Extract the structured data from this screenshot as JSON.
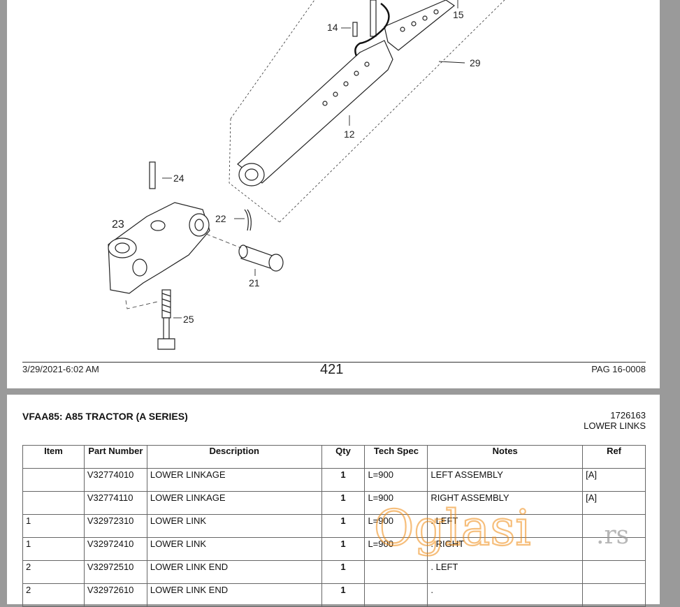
{
  "page1": {
    "callouts": {
      "c14": "14",
      "c15": "15",
      "c29": "29",
      "c12": "12",
      "c24": "24",
      "c23": "23",
      "c22": "22",
      "c21": "21",
      "c25": "25"
    },
    "footer": {
      "date": "3/29/2021-6:02 AM",
      "page_number": "421",
      "pag": "PAG 16-0008"
    }
  },
  "page2": {
    "title": "VFAA85: A85 TRACTOR (A SERIES)",
    "code": "1726163",
    "subtitle": "LOWER LINKS",
    "table": {
      "headers": [
        "Item",
        "Part Number",
        "Description",
        "Qty",
        "Tech Spec",
        "Notes",
        "Ref"
      ],
      "rows": [
        {
          "item": "",
          "part": "V32774010",
          "desc": "LOWER LINKAGE",
          "qty": "1",
          "spec": "L=900",
          "notes": "LEFT ASSEMBLY",
          "ref": "[A]"
        },
        {
          "item": "",
          "part": "V32774110",
          "desc": "LOWER LINKAGE",
          "qty": "1",
          "spec": "L=900",
          "notes": "RIGHT ASSEMBLY",
          "ref": "[A]"
        },
        {
          "item": "1",
          "part": "V32972310",
          "desc": "LOWER LINK",
          "qty": "1",
          "spec": "L=900",
          "notes": ". LEFT",
          "ref": ""
        },
        {
          "item": "1",
          "part": "V32972410",
          "desc": "LOWER LINK",
          "qty": "1",
          "spec": "L=900",
          "notes": ". RIGHT",
          "ref": ""
        },
        {
          "item": "2",
          "part": "V32972510",
          "desc": "LOWER LINK END",
          "qty": "1",
          "spec": "",
          "notes": ". LEFT",
          "ref": ""
        },
        {
          "item": "2",
          "part": "V32972610",
          "desc": "LOWER LINK END",
          "qty": "1",
          "spec": "",
          "notes": ".",
          "ref": ""
        }
      ]
    }
  },
  "watermark": {
    "brand": "Oglasi",
    "suffix": ".rs",
    "color": "#f08a10"
  }
}
